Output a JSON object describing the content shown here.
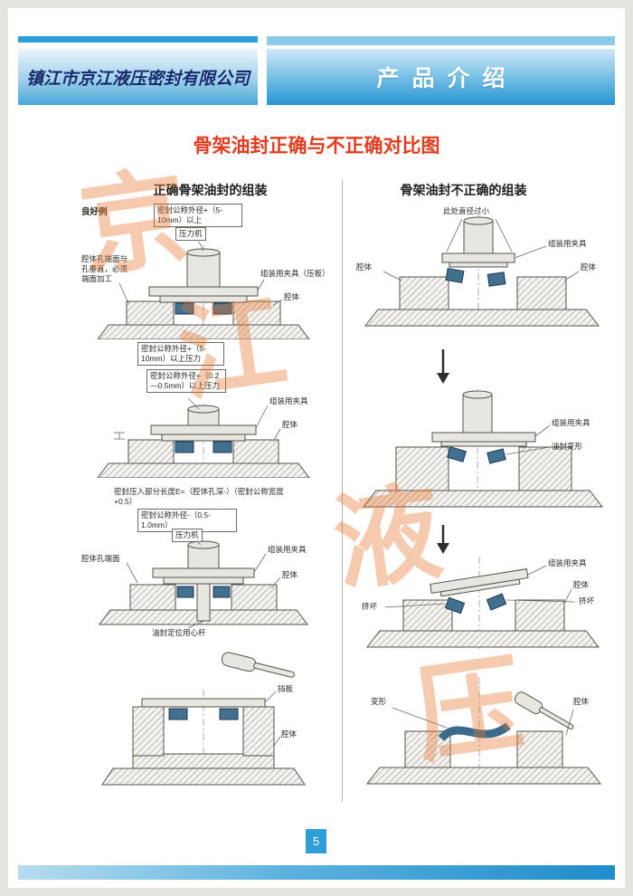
{
  "header": {
    "company_name": "镇江市京江液压密封有限公司",
    "section_title": "产品介绍"
  },
  "title": "骨架油封正确与不正确对比图",
  "watermark": {
    "chars": [
      "京",
      "江",
      "液",
      "压"
    ]
  },
  "left": {
    "heading": "正确骨架油封的组装",
    "good_example": "良好例",
    "d1": {
      "dim_note": "密封公称外径+（5-10mm）以上",
      "press": "压力机",
      "face_note": "腔体孔端面与孔垂直，必须端面加工",
      "fixture": "组装用夹具（压板）",
      "housing": "腔体"
    },
    "d2": {
      "note1": "密封公称外径+（5-10mm）以上压力",
      "note2": "密封公称外径+（0.2—0.5mm）以上压力",
      "fixture": "组装用夹具",
      "housing": "腔体"
    },
    "d3": {
      "formula": "密封压入部分长度E=（腔体孔深-）（密封公称宽度+0.5）",
      "note": "密封公称外径-（0.5-1.0mm）",
      "press": "压力机",
      "face": "腔体孔端面",
      "fixture": "组装用夹具",
      "housing": "腔体",
      "mandrel": "油封定位用心杆"
    },
    "d4": {
      "plate": "挡板",
      "housing": "腔体"
    }
  },
  "right": {
    "heading": "骨架油封不正确的组装",
    "d1": {
      "note": "此处直径过小",
      "fixture": "组装用夹具",
      "housing_left": "腔体",
      "housing_right": "腔体"
    },
    "d2": {
      "fixture": "组装用夹具",
      "deform": "油封变形"
    },
    "d3": {
      "fixture": "组装用夹具",
      "housing": "腔体",
      "crush_left": "挤坏",
      "crush_right": "挤坏"
    },
    "d4": {
      "deform": "变形",
      "housing": "腔体"
    }
  },
  "footer": {
    "page_number": "5"
  }
}
